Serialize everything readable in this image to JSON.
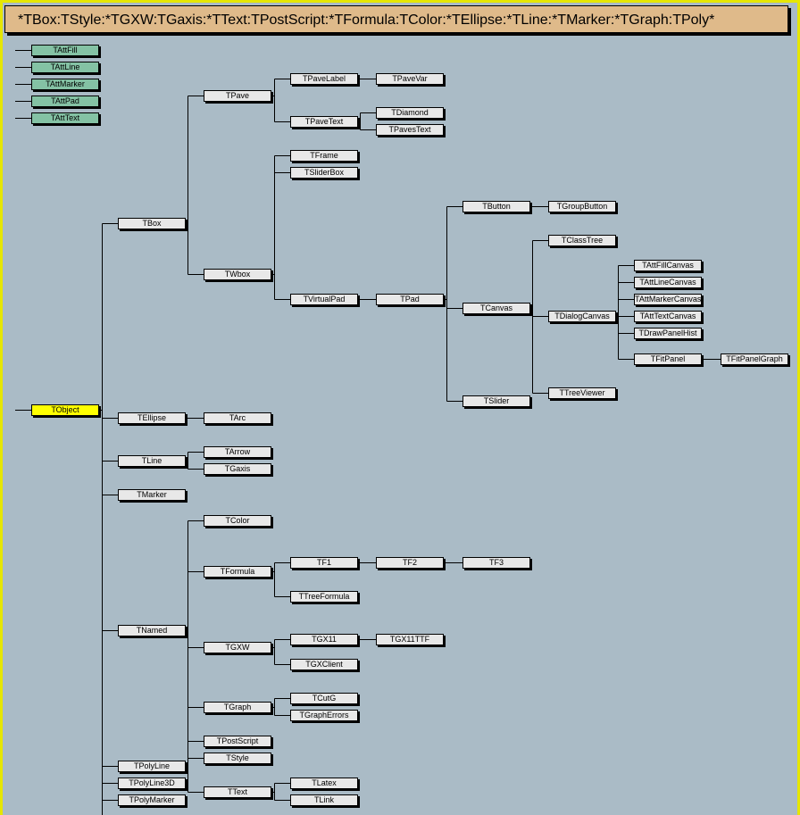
{
  "title": "*TBox:TStyle:*TGXW:TGaxis:*TText:TPostScript:*TFormula:TColor:*TEllipse:*TLine:*TMarker:*TGraph:TPoly*",
  "colors": {
    "background": "#aabbc6",
    "title_bg": "#dfba8a",
    "border": "#e6e600",
    "att_node": "#84c2a4",
    "root_node": "#ffff00",
    "node": "#e8e8e8"
  },
  "nodes": [
    {
      "id": "TAttFill",
      "label": "TAttFill",
      "parent": null,
      "kind": "att"
    },
    {
      "id": "TAttLine",
      "label": "TAttLine",
      "parent": null,
      "kind": "att"
    },
    {
      "id": "TAttMarker",
      "label": "TAttMarker",
      "parent": null,
      "kind": "att"
    },
    {
      "id": "TAttPad",
      "label": "TAttPad",
      "parent": null,
      "kind": "att"
    },
    {
      "id": "TAttText",
      "label": "TAttText",
      "parent": null,
      "kind": "att"
    },
    {
      "id": "TObject",
      "label": "TObject",
      "parent": null,
      "kind": "root"
    },
    {
      "id": "TBox",
      "label": "TBox",
      "parent": "TObject"
    },
    {
      "id": "TEllipse",
      "label": "TEllipse",
      "parent": "TObject"
    },
    {
      "id": "TLine",
      "label": "TLine",
      "parent": "TObject"
    },
    {
      "id": "TMarker",
      "label": "TMarker",
      "parent": "TObject"
    },
    {
      "id": "TNamed",
      "label": "TNamed",
      "parent": "TObject"
    },
    {
      "id": "TPolyLine",
      "label": "TPolyLine",
      "parent": "TObject"
    },
    {
      "id": "TPolyLine3D",
      "label": "TPolyLine3D",
      "parent": "TObject"
    },
    {
      "id": "TPolyMarker",
      "label": "TPolyMarker",
      "parent": "TObject"
    },
    {
      "id": "TPave",
      "label": "TPave",
      "parent": "TBox"
    },
    {
      "id": "TWbox",
      "label": "TWbox",
      "parent": "TBox"
    },
    {
      "id": "TArc",
      "label": "TArc",
      "parent": "TEllipse"
    },
    {
      "id": "TArrow",
      "label": "TArrow",
      "parent": "TLine"
    },
    {
      "id": "TGaxis",
      "label": "TGaxis",
      "parent": "TLine"
    },
    {
      "id": "TColor",
      "label": "TColor",
      "parent": "TNamed"
    },
    {
      "id": "TFormula",
      "label": "TFormula",
      "parent": "TNamed"
    },
    {
      "id": "TGXW",
      "label": "TGXW",
      "parent": "TNamed"
    },
    {
      "id": "TGraph",
      "label": "TGraph",
      "parent": "TNamed"
    },
    {
      "id": "TPostScript",
      "label": "TPostScript",
      "parent": "TNamed"
    },
    {
      "id": "TStyle",
      "label": "TStyle",
      "parent": "TNamed"
    },
    {
      "id": "TText",
      "label": "TText",
      "parent": "TNamed"
    },
    {
      "id": "TPaveLabel",
      "label": "TPaveLabel",
      "parent": "TPave"
    },
    {
      "id": "TPaveText",
      "label": "TPaveText",
      "parent": "TPave"
    },
    {
      "id": "TFrame",
      "label": "TFrame",
      "parent": "TWbox"
    },
    {
      "id": "TSliderBox",
      "label": "TSliderBox",
      "parent": "TWbox"
    },
    {
      "id": "TVirtualPad",
      "label": "TVirtualPad",
      "parent": "TWbox"
    },
    {
      "id": "TF1",
      "label": "TF1",
      "parent": "TFormula"
    },
    {
      "id": "TTreeFormula",
      "label": "TTreeFormula",
      "parent": "TFormula"
    },
    {
      "id": "TGX11",
      "label": "TGX11",
      "parent": "TGXW"
    },
    {
      "id": "TGXClient",
      "label": "TGXClient",
      "parent": "TGXW"
    },
    {
      "id": "TCutG",
      "label": "TCutG",
      "parent": "TGraph"
    },
    {
      "id": "TGraphErrors",
      "label": "TGraphErrors",
      "parent": "TGraph"
    },
    {
      "id": "TLatex",
      "label": "TLatex",
      "parent": "TText"
    },
    {
      "id": "TLink",
      "label": "TLink",
      "parent": "TText"
    },
    {
      "id": "TPaveVar",
      "label": "TPaveVar",
      "parent": "TPaveLabel"
    },
    {
      "id": "TDiamond",
      "label": "TDiamond",
      "parent": "TPaveText"
    },
    {
      "id": "TPavesText",
      "label": "TPavesText",
      "parent": "TPaveText"
    },
    {
      "id": "TPad",
      "label": "TPad",
      "parent": "TVirtualPad"
    },
    {
      "id": "TF2",
      "label": "TF2",
      "parent": "TF1"
    },
    {
      "id": "TGX11TTF",
      "label": "TGX11TTF",
      "parent": "TGX11"
    },
    {
      "id": "TButton",
      "label": "TButton",
      "parent": "TPad"
    },
    {
      "id": "TCanvas",
      "label": "TCanvas",
      "parent": "TPad"
    },
    {
      "id": "TSlider",
      "label": "TSlider",
      "parent": "TPad"
    },
    {
      "id": "TF3",
      "label": "TF3",
      "parent": "TF2"
    },
    {
      "id": "TGroupButton",
      "label": "TGroupButton",
      "parent": "TButton"
    },
    {
      "id": "TClassTree",
      "label": "TClassTree",
      "parent": "TCanvas"
    },
    {
      "id": "TDialogCanvas",
      "label": "TDialogCanvas",
      "parent": "TCanvas"
    },
    {
      "id": "TTreeViewer",
      "label": "TTreeViewer",
      "parent": "TCanvas"
    },
    {
      "id": "TAttFillCanvas",
      "label": "TAttFillCanvas",
      "parent": "TDialogCanvas"
    },
    {
      "id": "TAttLineCanvas",
      "label": "TAttLineCanvas",
      "parent": "TDialogCanvas"
    },
    {
      "id": "TAttMarkerCanvas",
      "label": "TAttMarkerCanvas",
      "parent": "TDialogCanvas"
    },
    {
      "id": "TAttTextCanvas",
      "label": "TAttTextCanvas",
      "parent": "TDialogCanvas"
    },
    {
      "id": "TDrawPanelHist",
      "label": "TDrawPanelHist",
      "parent": "TDialogCanvas"
    },
    {
      "id": "TFitPanel",
      "label": "TFitPanel",
      "parent": "TDialogCanvas"
    },
    {
      "id": "TFitPanelGraph",
      "label": "TFitPanelGraph",
      "parent": "TFitPanel"
    }
  ]
}
